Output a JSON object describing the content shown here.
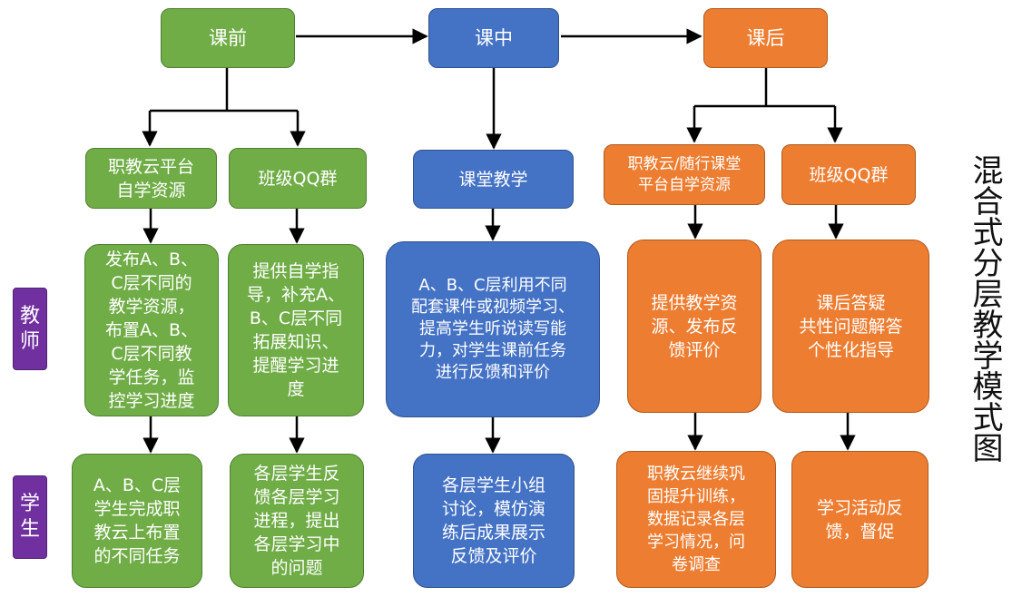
{
  "title": "混合式分层教学模式图",
  "roles": {
    "teacher": "教\n师",
    "student": "学\n生"
  },
  "phases": {
    "before": "课前",
    "during": "课中",
    "after": "课后"
  },
  "platforms": {
    "zjy_self": "职教云平台\n自学资源",
    "qq_before": "班级QQ群",
    "classroom": "课堂教学",
    "zjy_follow": "职教云/随行课堂\n平台自学资源",
    "qq_after": "班级QQ群"
  },
  "teacher_tasks": {
    "before_1": "发布A、B、\nC层不同的\n教学资源，\n布置A、B、\nC层不同教\n学任务，监\n控学习进度",
    "before_2": "提供自学指\n导，补充A、\nB、C层不同\n拓展知识、\n提醒学习进\n度",
    "during": "A、B、C层利用不同\n配套课件或视频学习、\n提高学生听说读写能\n力，对学生课前任务\n进行反馈和评价",
    "after_1": "提供教学资\n源、发布反\n馈评价",
    "after_2": "课后答疑\n共性问题解答\n个性化指导"
  },
  "student_tasks": {
    "before_1": "A、B、C层\n学生完成职\n教云上布置\n的不同任务",
    "before_2": "各层学生反\n馈各层学习\n进程，提出\n各层学习中\n的问题",
    "during": "各层学生小组\n讨论，模仿演\n练后成果展示\n反馈及评价",
    "after_1": "职教云继续巩\n固提升训练，\n数据记录各层\n学习情况，问\n卷调查",
    "after_2": "学习活动反\n馈，督促"
  },
  "colors": {
    "green": "#70ad47",
    "blue": "#4472c4",
    "orange": "#ed7d31",
    "purple": "#7030a0",
    "connector": "#000000"
  }
}
